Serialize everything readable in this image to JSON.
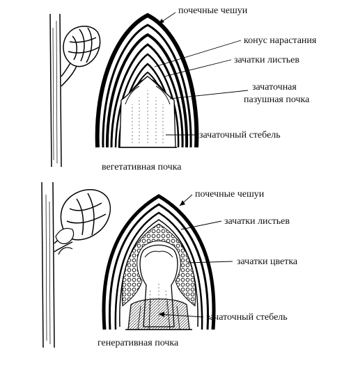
{
  "vegetative": {
    "caption": "вегетативная почка",
    "labels": {
      "scales": "почечные чешуи",
      "growth_cone": "конус нарастания",
      "leaf_primordia": "зачатки листьев",
      "axillary_bud_line1": "зачаточная",
      "axillary_bud_line2": "пазушная почка",
      "stem": "зачаточный стебель"
    }
  },
  "generative": {
    "caption": "генеративная почка",
    "labels": {
      "scales": "почечные чешуи",
      "leaf_primordia": "зачатки листьев",
      "flower_primordia": "зачатки цветка",
      "stem": "зачаточный стебель"
    }
  }
}
